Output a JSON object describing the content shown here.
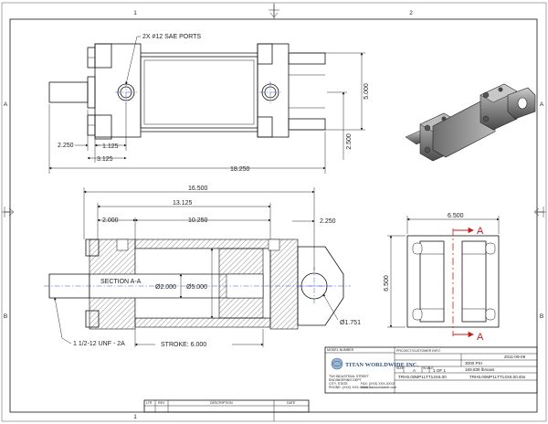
{
  "zones": {
    "top": [
      "1",
      "2"
    ],
    "side": [
      "A",
      "B"
    ]
  },
  "top_view": {
    "ports_callout": "2X #12 SAE PORTS",
    "dims": {
      "overall_length": "18.250",
      "rod_extension": "2.250",
      "port_offset": "1.125",
      "mount_offset": "3.125",
      "height": "5.000",
      "rod_height": "2.500"
    }
  },
  "section_view": {
    "section_label": "SECTION A-A",
    "dims": {
      "overall": "16.500",
      "body": "13.125",
      "left_offset": "2.000",
      "bore_length": "10.250",
      "clevis_offset": "2.250",
      "rod_dia": "Ø2.000",
      "bore_dia": "Ø5.000",
      "pin_dia": "Ø1.751",
      "stroke": "STROKE: 6.000",
      "thread": "1 1/2-12 UNF - 2A"
    }
  },
  "end_view": {
    "width": "6.500",
    "height": "6.500",
    "section_mark": "A"
  },
  "title_block": {
    "model_number_label": "MODEL NUMBER",
    "company_name": "TITAN WORLDWIDE INC.",
    "company_address": [
      "TWI INDUSTRIAL STREET",
      "ENGINEERING DEPT",
      "CITY, STATE",
      "PHONE: (XXX) XXX-XXXX",
      "FAX: (XXX) XXX-XXXX",
      "www.titanworldwide.com"
    ],
    "project_label": "PROJECT/CUSTOMER INFO",
    "date": "2011-09-09",
    "pressure": "3000 PSI",
    "weight": "169.839 lbmass",
    "size_label": "SIZE",
    "size": "A",
    "scale_label": "SCALE",
    "sheet": "1 OF 1",
    "file_name": "TRH5.00MP1LTT14X6.00.sbs",
    "part_number": "TRH5.00MP1LTT14X6.00"
  },
  "revision_block": {
    "headers": [
      "LTR",
      "REV",
      "DESCRIPTION",
      "DATE"
    ]
  }
}
